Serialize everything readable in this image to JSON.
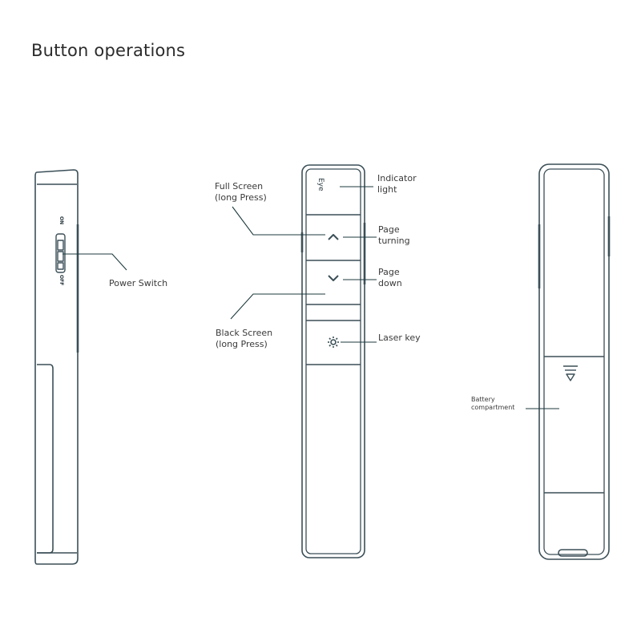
{
  "title": "Button operations",
  "colors": {
    "outline": "#3b4f57",
    "leader": "#1e3a3e",
    "text": "#3a3a3a"
  },
  "labels": {
    "power_switch": "Power Switch",
    "full_screen": "Full Screen\n(long Press)",
    "black_screen": "Black Screen\n(long Press)",
    "indicator_light": "Indicator\nlight",
    "page_turning": "Page\nturning",
    "page_down": "Page\ndown",
    "laser_key": "Laser key",
    "battery_compartment": "Battery\ncompartment"
  },
  "device_marks": {
    "eye": "Eye",
    "on": "ON",
    "off": "OFF"
  },
  "icons": {
    "up": "chevron-up-icon",
    "down": "chevron-down-icon",
    "laser": "laser-sun-icon",
    "battery_arrow": "triangle-down-icon"
  }
}
